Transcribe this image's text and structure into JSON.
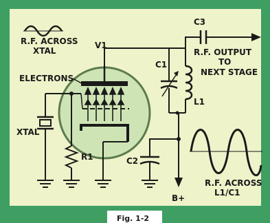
{
  "colors": {
    "frame": "#3f9f63",
    "panel": "#eef3c9",
    "tube": "#cfe4b4",
    "tube_edge": "#5c7a4f",
    "ink": "#1a1a1a"
  },
  "labels": {
    "rf_across_xtal_line1": "R.F. ACROSS",
    "rf_across_xtal_line2": "XTAL",
    "v1": "V1",
    "c3": "C3",
    "rf_output_line1": "R.F. OUTPUT",
    "rf_output_line2": "TO",
    "rf_output_line3": "NEXT STAGE",
    "c1": "C1",
    "l1": "L1",
    "electrons": "ELECTRONS",
    "xtal": "XTAL",
    "r1": "R1",
    "c2": "C2",
    "b_plus": "B+",
    "rf_across_l1c1_line1": "R.F. ACROSS",
    "rf_across_l1c1_line2": "L1/C1",
    "caption": "Fig. 1-2"
  }
}
